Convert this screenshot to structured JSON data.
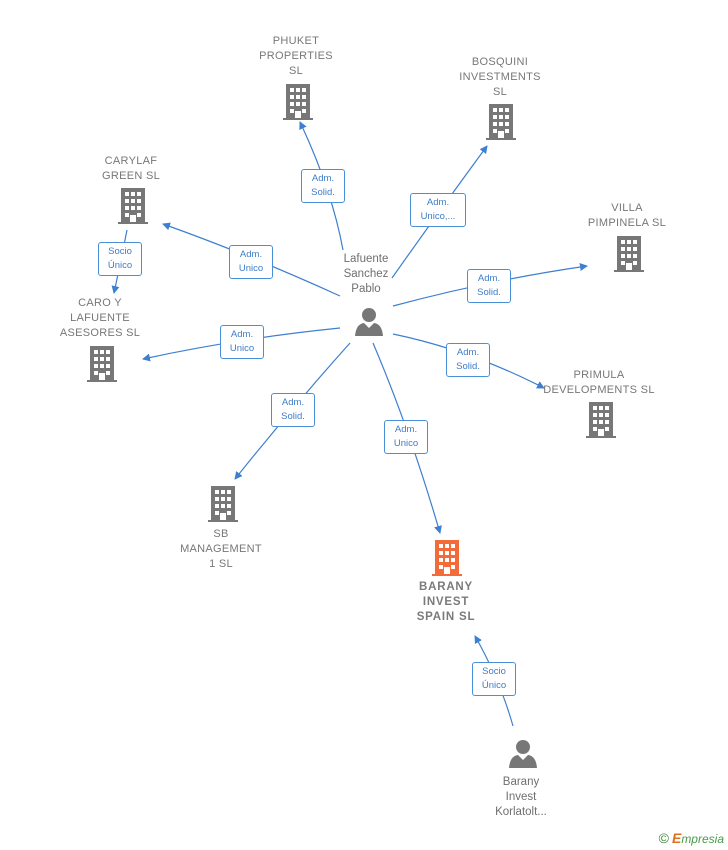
{
  "colors": {
    "edge": "#3d7fd0",
    "building": "#777777",
    "focus_building": "#f26b38",
    "person": "#777777"
  },
  "nodes": {
    "phuket": {
      "label": "PHUKET\nPROPERTIES\nSL",
      "icon": "building-icon"
    },
    "bosquini": {
      "label": "BOSQUINI\nINVESTMENTS\nSL",
      "icon": "building-icon"
    },
    "carylaf": {
      "label": "CARYLAF\nGREEN  SL",
      "icon": "building-icon"
    },
    "villa": {
      "label": "VILLA\nPIMPINELA  SL",
      "icon": "building-icon"
    },
    "caro": {
      "label": "CARO Y\nLAFUENTE\nASESORES  SL",
      "icon": "building-icon"
    },
    "primula": {
      "label": "PRIMULA\nDEVELOPMENTS SL",
      "icon": "building-icon"
    },
    "sb": {
      "label": "SB\nMANAGEMENT\n1  SL",
      "icon": "building-icon"
    },
    "barany": {
      "label": "BARANY\nINVEST\nSPAIN  SL",
      "icon": "building-icon"
    },
    "lafuente": {
      "label": "Lafuente\nSanchez\nPablo",
      "icon": "person-icon"
    },
    "korlatolt": {
      "label": "Barany\nInvest\nKorlatolt...",
      "icon": "person-icon"
    }
  },
  "edges": {
    "phuket": "Adm.\nSolid.",
    "bosquini": "Adm.\nUnico,...",
    "carylaf": "Adm.\nUnico",
    "villa": "Adm.\nSolid.",
    "caro": "Adm.\nUnico",
    "primula": "Adm.\nSolid.",
    "sb": "Adm.\nSolid.",
    "barany": "Adm.\nUnico",
    "carylaf_caro": "Socio\nÚnico",
    "korlatolt_barany": "Socio\nÚnico"
  },
  "brand": {
    "copyright": "©",
    "name": "mpresia",
    "initial": "E"
  }
}
